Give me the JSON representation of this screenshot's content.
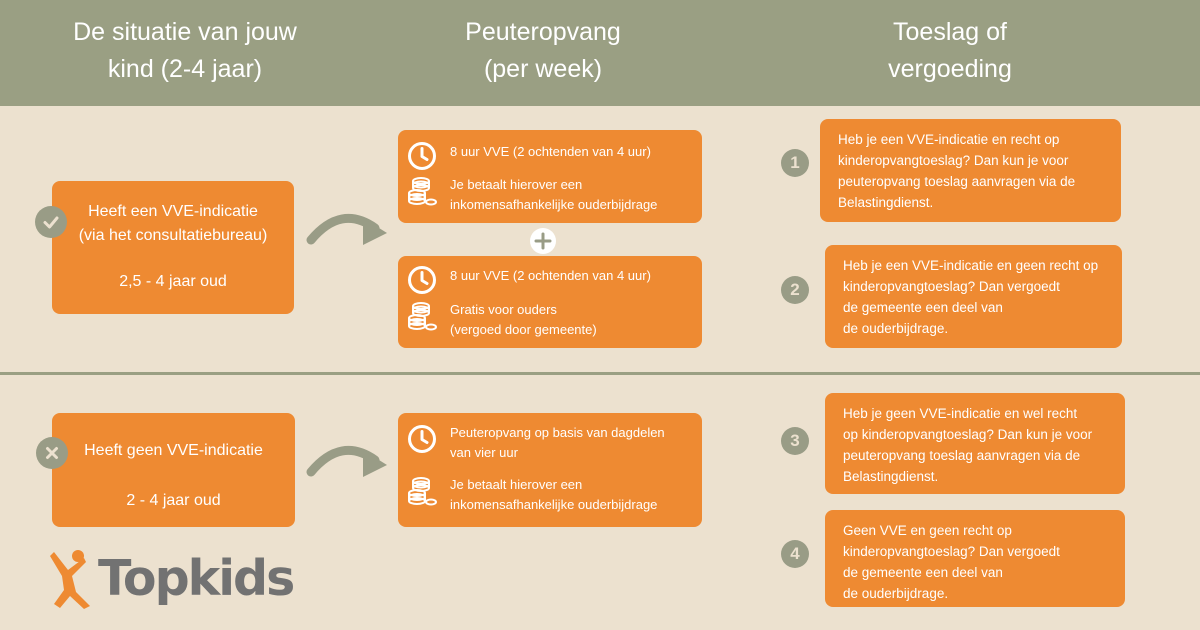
{
  "header": {
    "col1": "De situatie van jouw\nkind (2-4 jaar)",
    "col2": "Peuteropvang\n(per week)",
    "col3": "Toeslag of\nvergoeding"
  },
  "colors": {
    "header_bg": "#9a9f83",
    "page_bg": "#ece1cf",
    "box_orange": "#ee8a32",
    "badge_grey": "#999c86",
    "logo_grey": "#727272"
  },
  "situations": [
    {
      "status_icon": "check-icon",
      "description": "Heeft een VVE-indicatie\n(via het consultatiebureau)",
      "age": "2,5 - 4 jaar oud"
    },
    {
      "status_icon": "cross-icon",
      "description": "Heeft geen VVE-indicatie",
      "age": "2 - 4 jaar oud"
    }
  ],
  "opvang": [
    {
      "hours_icon": "clock-icon",
      "hours": "8 uur VVE (2 ochtenden van 4 uur)",
      "cost_icon": "coins-icon",
      "cost": "Je betaalt hierover een\ninkomensafhankelijke ouderbijdrage"
    },
    {
      "hours_icon": "clock-icon",
      "hours": "8 uur VVE (2 ochtenden van 4 uur)",
      "cost_icon": "coins-icon",
      "cost": "Gratis voor ouders\n(vergoed door gemeente)"
    },
    {
      "hours_icon": "clock-icon",
      "hours": "Peuteropvang op basis van dagdelen\nvan vier uur",
      "cost_icon": "coins-icon",
      "cost": "Je betaalt hierover een\ninkomensafhankelijke ouderbijdrage"
    }
  ],
  "plus_icon": "plus-icon",
  "toeslag": [
    {
      "number": "1",
      "text": "Heb je een VVE-indicatie en recht op\nkinderopvangtoeslag? Dan kun je voor\npeuteropvang toeslag aanvragen via de\nBelastingdienst."
    },
    {
      "number": "2",
      "text": "Heb je een VVE-indicatie en geen recht op\nkinderopvangtoeslag? Dan vergoedt\nde gemeente een deel van\nde ouderbijdrage."
    },
    {
      "number": "3",
      "text": "Heb je geen VVE-indicatie en wel recht\nop kinderopvangtoeslag? Dan kun je voor\npeuteropvang toeslag aanvragen via de\nBelastingdienst."
    },
    {
      "number": "4",
      "text": "Geen VVE en geen recht op\nkinderopvangtoeslag? Dan vergoedt\nde gemeente een deel van\nde ouderbijdrage."
    }
  ],
  "logo": {
    "icon": "jumping-person-icon",
    "text": "Topkids"
  }
}
